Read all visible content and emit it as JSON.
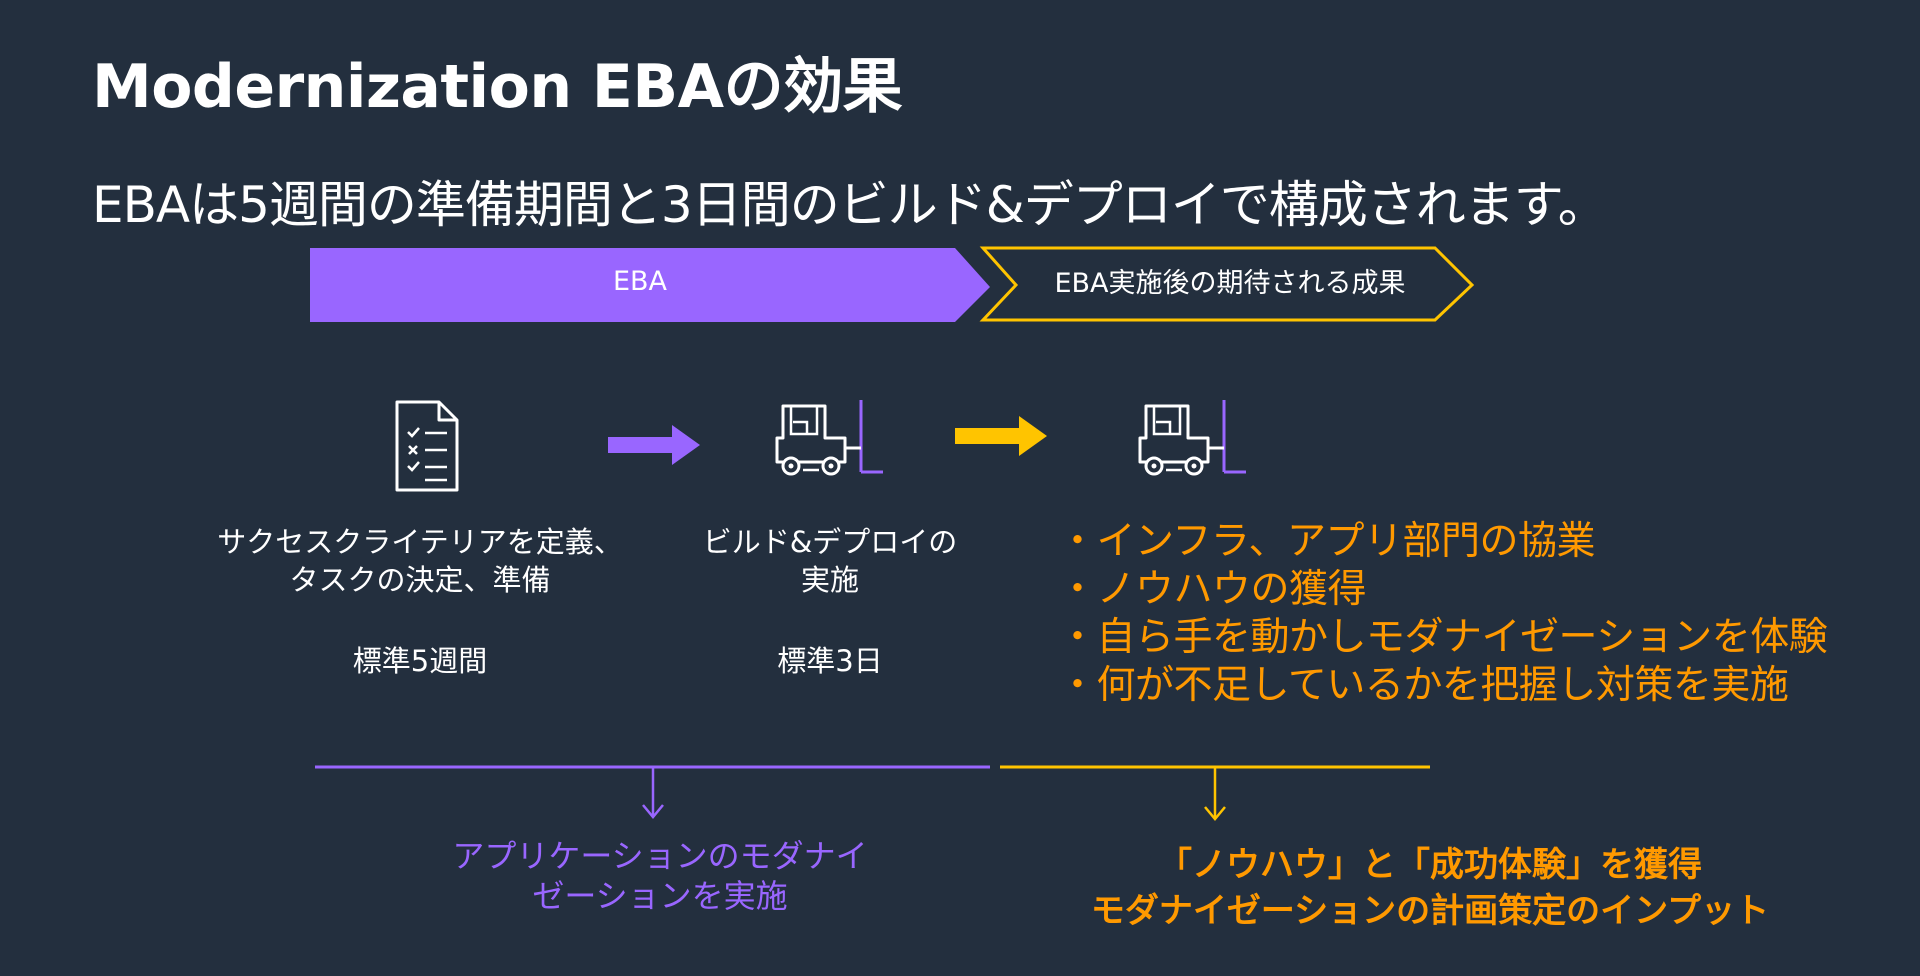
{
  "title": "Modernization EBAの効果",
  "subtitle": "EBAは5週間の準備期間と3日間のビルド&デプロイで構成されます。",
  "phases": {
    "eba_label": "EBA",
    "after_label": "EBA実施後の期待される成果"
  },
  "colors": {
    "background": "#232f3e",
    "purple": "#9966ff",
    "orange": "#ff9900",
    "yellow": "#ffc400",
    "white": "#ffffff"
  },
  "icons": [
    "checklist-icon",
    "right-arrow-icon",
    "forklift-icon",
    "forklift-icon",
    "down-arrow-icon"
  ],
  "steps": [
    {
      "line1": "サクセスクライテリアを定義、",
      "line2": "タスクの決定、準備",
      "duration": "標準5週間"
    },
    {
      "line1": "ビルド&デプロイの",
      "line2": "実施",
      "duration": "標準3日"
    }
  ],
  "outcomes": [
    "・インフラ、アプリ部門の協業",
    "・ノウハウの獲得",
    "・自ら手を動かしモダナイゼーションを体験",
    "・何が不足しているかを把握し対策を実施"
  ],
  "summary_left": {
    "line1": "アプリケーションのモダナイ",
    "line2": "ゼーションを実施"
  },
  "summary_right": {
    "line1": "「ノウハウ」と「成功体験」を獲得",
    "line2": "モダナイゼーションの計画策定のインプット"
  }
}
